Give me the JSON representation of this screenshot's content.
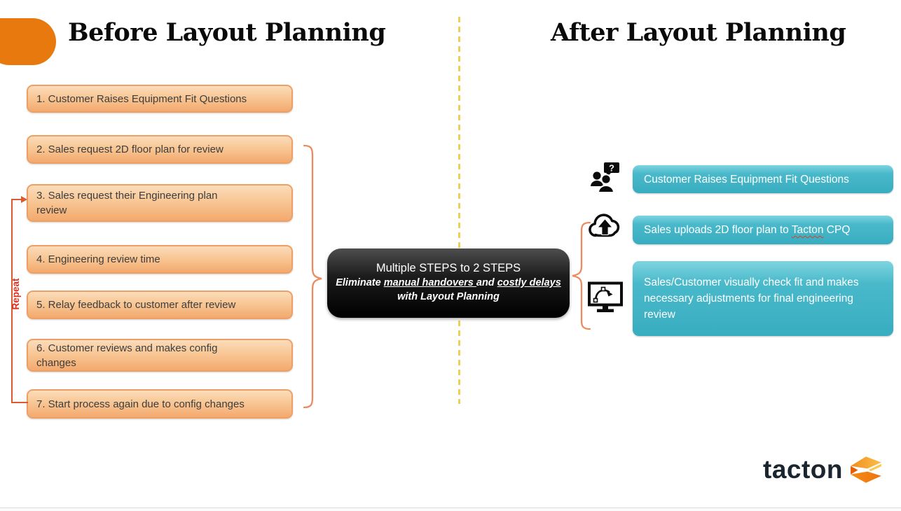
{
  "titles": {
    "before": "Before Layout Planning",
    "after": "After Layout Planning"
  },
  "before": {
    "repeat_label": "Repeat",
    "steps": [
      {
        "lines": [
          "1. Customer Raises Equipment Fit Questions"
        ]
      },
      {
        "lines": [
          "2. Sales request 2D floor plan for review"
        ]
      },
      {
        "lines": [
          "3. Sales request their Engineering plan",
          "review"
        ]
      },
      {
        "lines": [
          "4. Engineering review time"
        ]
      },
      {
        "lines": [
          "5. Relay feedback to customer after review"
        ]
      },
      {
        "lines": [
          "6. Customer reviews and makes config",
          "changes"
        ]
      },
      {
        "lines": [
          "7. Start process again due to config changes"
        ]
      }
    ]
  },
  "center": {
    "line1": "Multiple STEPS to 2 STEPS",
    "line2": {
      "t1": "Eliminate ",
      "u1": "manual handovers ",
      "t2": "and ",
      "u2": "costly delays"
    },
    "line3": "with Layout Planning"
  },
  "after": {
    "steps": [
      {
        "icon": "people-question-icon",
        "lines": [
          "Customer Raises Equipment Fit Questions"
        ]
      },
      {
        "icon": "cloud-upload-icon",
        "segments": {
          "pre": "Sales uploads 2D floor plan to ",
          "wavy": "Tacton",
          "post": " CPQ"
        }
      },
      {
        "icon": "monitor-design-icon",
        "lines": [
          "Sales/Customer visually check fit and makes",
          "necessary adjustments for final engineering",
          "review"
        ]
      }
    ]
  },
  "logo": {
    "text": "tacton"
  },
  "colors": {
    "accent_orange": "#e8790e",
    "step_border": "#eda065",
    "step_fill_top": "#fbdcba",
    "step_fill_bottom": "#f3a96e",
    "teal": "#3fb4c6",
    "center_box_black": "#000000",
    "repeat_red": "#e0301e",
    "loop_line": "#dd5a2e",
    "brace_orange": "#ed8a5f",
    "divider_yellow": "#ecd058",
    "logo_navy": "#1a2530"
  }
}
